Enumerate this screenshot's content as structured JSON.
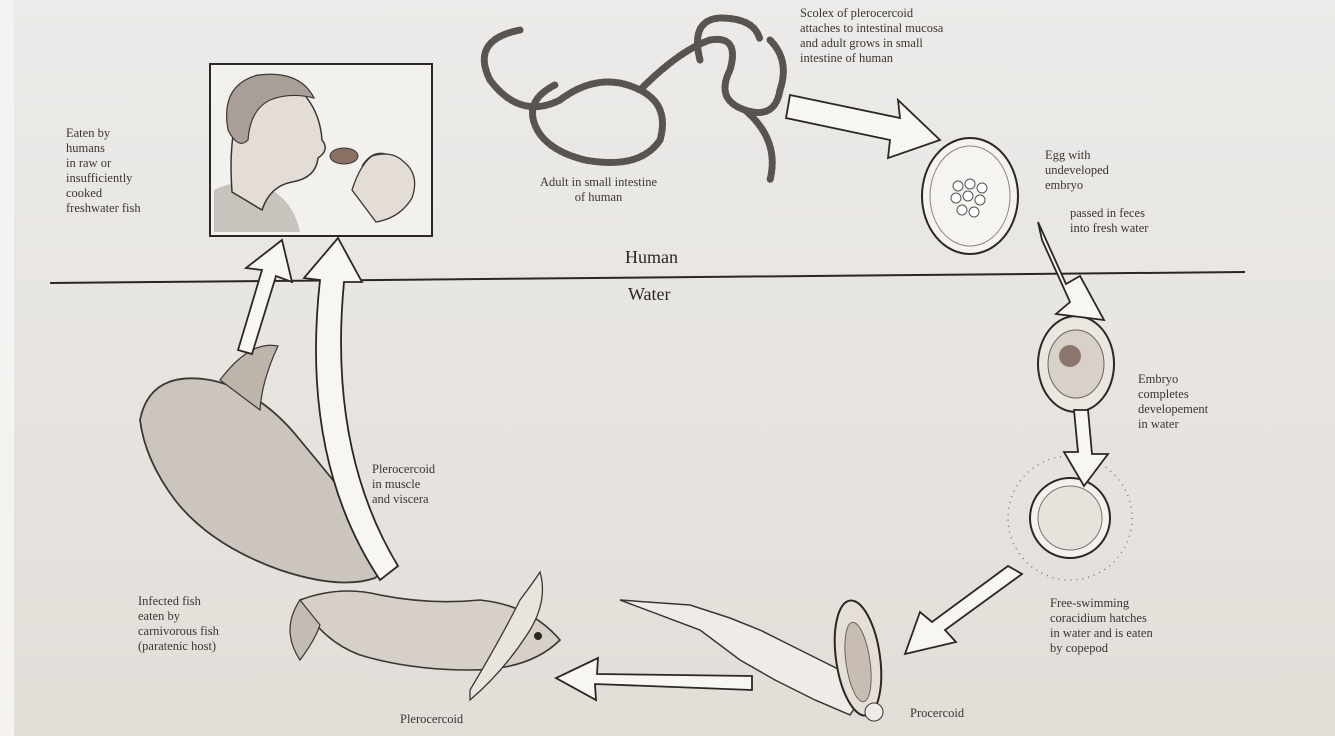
{
  "zones": {
    "human": "Human",
    "water": "Water"
  },
  "labels": {
    "scolex": "Scolex of plerocercoid\nattaches to intestinal mucosa\nand adult grows in small\nintestine of human",
    "adult": "Adult in small intestine\nof human",
    "egg": "Egg with\nundeveloped\nembryo",
    "egg_passed": "passed in feces\ninto fresh water",
    "embryo": "Embryo\ncompletes\ndevelopement\nin water",
    "coracidium": "Free-swimming\ncoracidium hatches\nin water and is eaten\nby copepod",
    "procercoid": "Procercoid",
    "plerocercoid": "Plerocercoid",
    "infected_fish": "Infected fish\neaten by\ncarnivorous fish\n(paratenic host)",
    "plerocercoid_muscle": "Plerocercoid\nin muscle\nand viscera",
    "eaten_by_humans": "Eaten by\nhumans\nin raw or\ninsufficiently\ncooked\nfreshwater fish"
  },
  "colors": {
    "ink": "#2a2725",
    "paper": "#e9e6e2",
    "arrow_fill": "#f7f6f3",
    "shade": "#bdb7b0"
  }
}
